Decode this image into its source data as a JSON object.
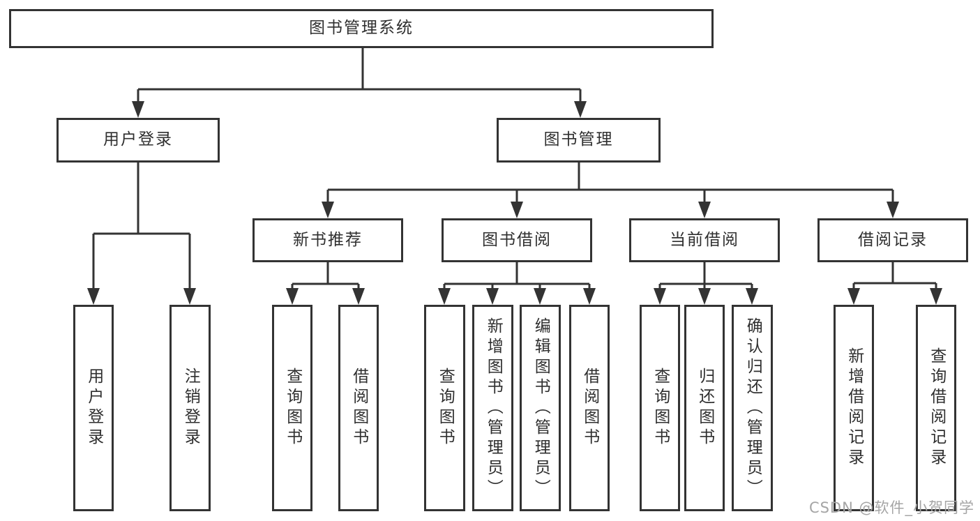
{
  "diagram": {
    "title": "图书管理系统",
    "type": "tree",
    "structure": {
      "图书管理系统": {
        "用户登录": [
          "用户登录",
          "注销登录"
        ],
        "图书管理": {
          "新书推荐": [
            "查询图书",
            "借阅图书"
          ],
          "图书借阅": [
            "查询图书",
            "新增图书（管理员）",
            "编辑图书（管理员）",
            "借阅图书"
          ],
          "当前借阅": [
            "查询图书",
            "归还图书",
            "确认归还（管理员）"
          ],
          "借阅记录": [
            "新增借阅记录",
            "查询借阅记录"
          ]
        }
      }
    }
  },
  "nodes": {
    "root": "图书管理系统",
    "user_login": "用户登录",
    "book_mgmt": "图书管理",
    "new_book_rec": "新书推荐",
    "book_borrow": "图书借阅",
    "current_borrow": "当前借阅",
    "borrow_records": "借阅记录",
    "leaf_user_login": "用户登录",
    "leaf_logout": "注销登录",
    "leaf_query_book_rec": "查询图书",
    "leaf_borrow_book_rec": "借阅图书",
    "leaf_query_book_borrow": "查询图书",
    "leaf_add_book": "新增图书（管理员）",
    "leaf_edit_book": "编辑图书（管理员）",
    "leaf_borrow_book": "借阅图书",
    "leaf_query_book_cur": "查询图书",
    "leaf_return_book": "归还图书",
    "leaf_confirm_return": "确认归还（管理员）",
    "leaf_add_borrow_record": "新增借阅记录",
    "leaf_query_borrow_record": "查询借阅记录"
  },
  "watermark": {
    "text": "CSDN @软件_小贺同学",
    "color": "#a5a5a5"
  },
  "colors": {
    "line": "#333333",
    "box_border": "#333333",
    "box_background": "#ffffff",
    "text": "#2f2f2f",
    "background": "#ffffff"
  }
}
